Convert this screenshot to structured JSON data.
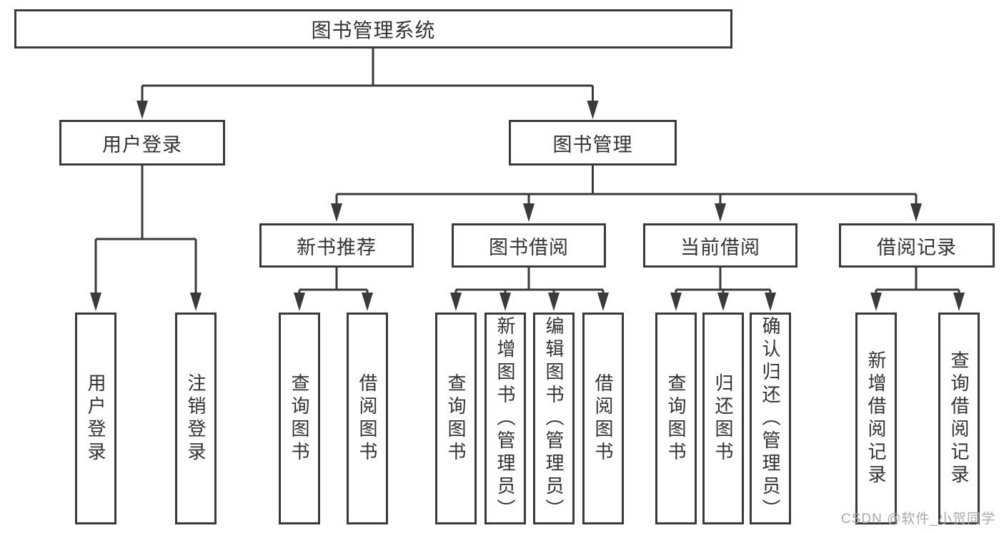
{
  "tree": {
    "root": {
      "label": "图书管理系统",
      "children": [
        {
          "label": "用户登录",
          "children": [
            {
              "label": "用户登录"
            },
            {
              "label": "注销登录"
            }
          ]
        },
        {
          "label": "图书管理",
          "children": [
            {
              "label": "新书推荐",
              "children": [
                {
                  "label": "查询图书"
                },
                {
                  "label": "借阅图书"
                }
              ]
            },
            {
              "label": "图书借阅",
              "children": [
                {
                  "label": "查询图书"
                },
                {
                  "label": "新增图书（管理员）"
                },
                {
                  "label": "编辑图书（管理员）"
                },
                {
                  "label": "借阅图书"
                }
              ]
            },
            {
              "label": "当前借阅",
              "children": [
                {
                  "label": "查询图书"
                },
                {
                  "label": "归还图书"
                },
                {
                  "label": "确认归还（管理员）"
                }
              ]
            },
            {
              "label": "借阅记录",
              "children": [
                {
                  "label": "新增借阅记录"
                },
                {
                  "label": "查询借阅记录"
                }
              ]
            }
          ]
        }
      ]
    }
  },
  "watermark": {
    "text": "CSDN @软件_小贺同学"
  },
  "colors": {
    "line": "#3a3a3a",
    "box_border": "#3a3a3a",
    "text": "#323232",
    "watermark": "#a9a9a9",
    "background": "#ffffff"
  }
}
